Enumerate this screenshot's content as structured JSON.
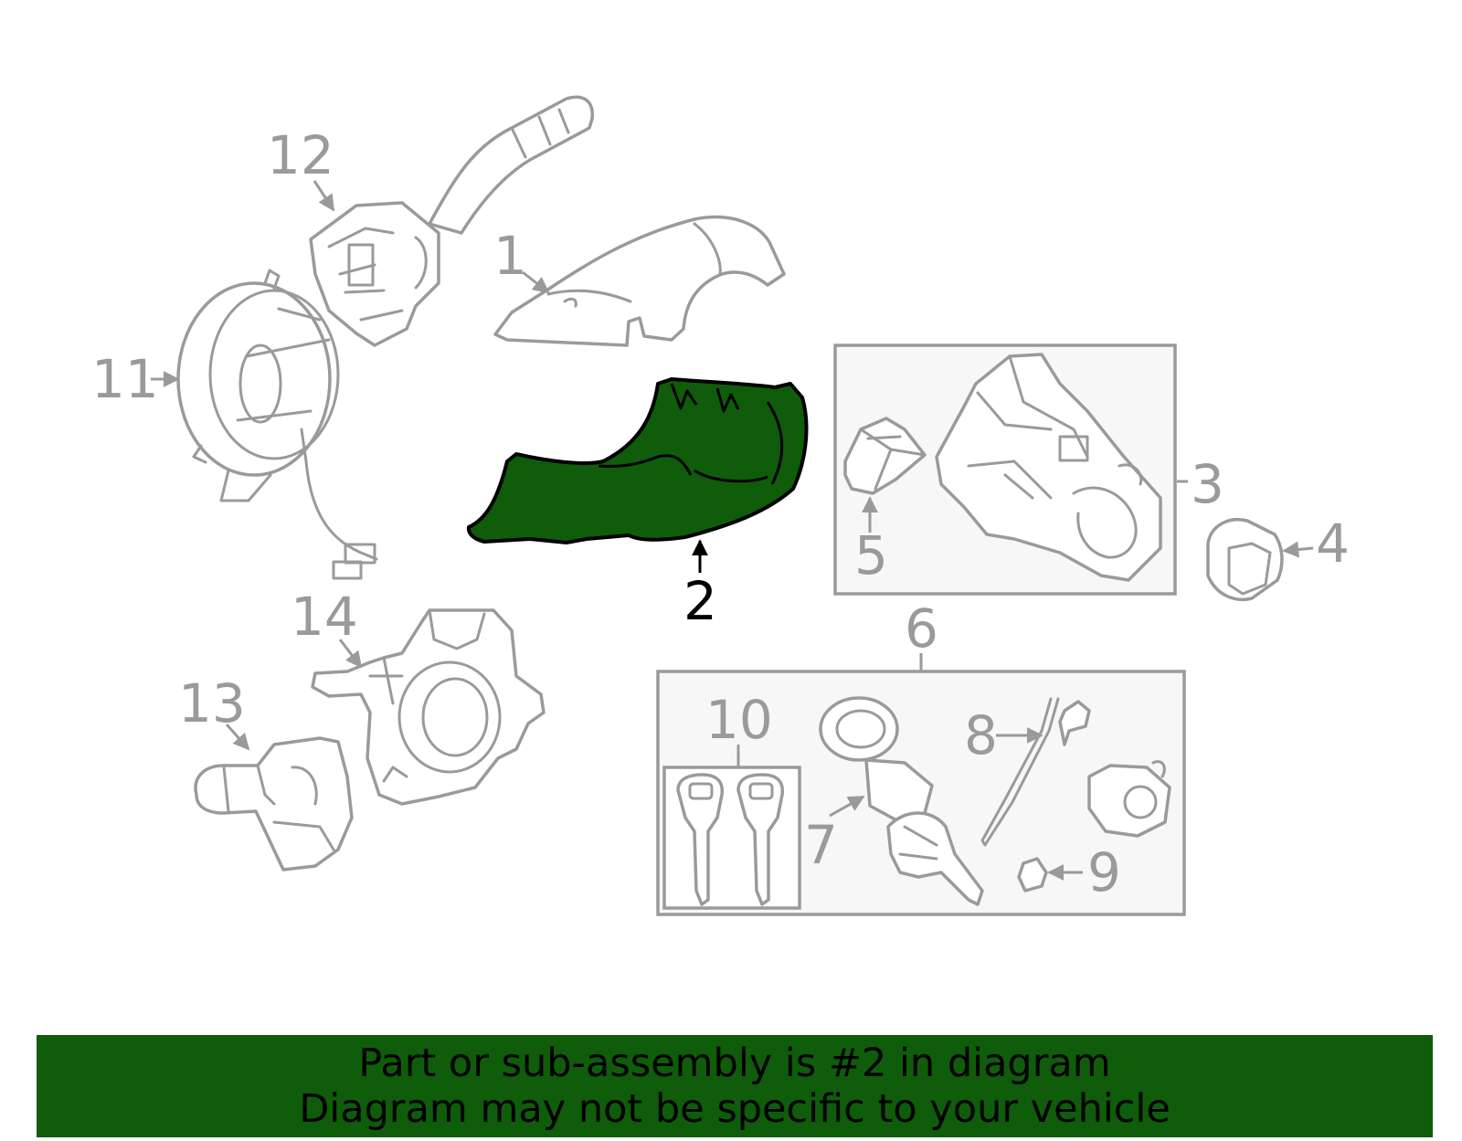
{
  "colors": {
    "highlight": "#0f5c0b",
    "banner": "#0f5c0b",
    "part_line": "#9a9a9a",
    "box_fill": "#f7f7f7",
    "text_dark": "#000000"
  },
  "callouts": {
    "c1": "1",
    "c2": "2",
    "c3": "3",
    "c4": "4",
    "c5": "5",
    "c6": "6",
    "c7": "7",
    "c8": "8",
    "c9": "9",
    "c10": "10",
    "c11": "11",
    "c12": "12",
    "c13": "13",
    "c14": "14"
  },
  "highlighted_part": "2",
  "banner": {
    "line1": "Part or sub-assembly is #2 in diagram",
    "line2": "Diagram may not be specific to your vehicle"
  }
}
